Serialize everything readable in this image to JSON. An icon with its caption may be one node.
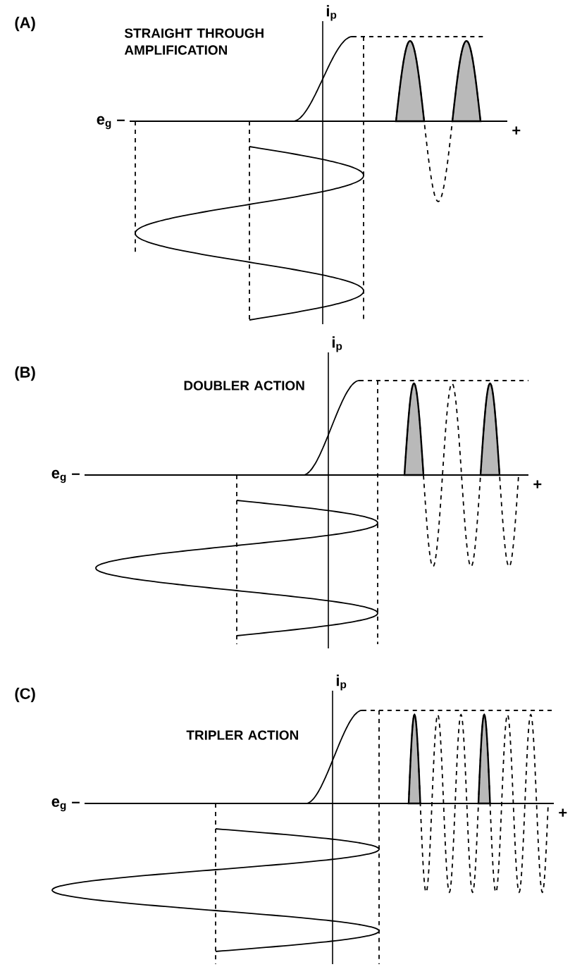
{
  "diagram": {
    "labels": [
      "(A)",
      "STRAIGHT THROUGH AMPLIFICATION",
      "i$_{p}$",
      "e$_{g}$ –",
      "+",
      "(B)",
      "DOUBLER ACTION",
      "i$_{p}$",
      "e$_{g}$ –",
      "+",
      "(C)",
      "TRIPLER ACTION",
      "i$_{p}$",
      "e$_{g}$ –",
      "+"
    ]
  }
}
